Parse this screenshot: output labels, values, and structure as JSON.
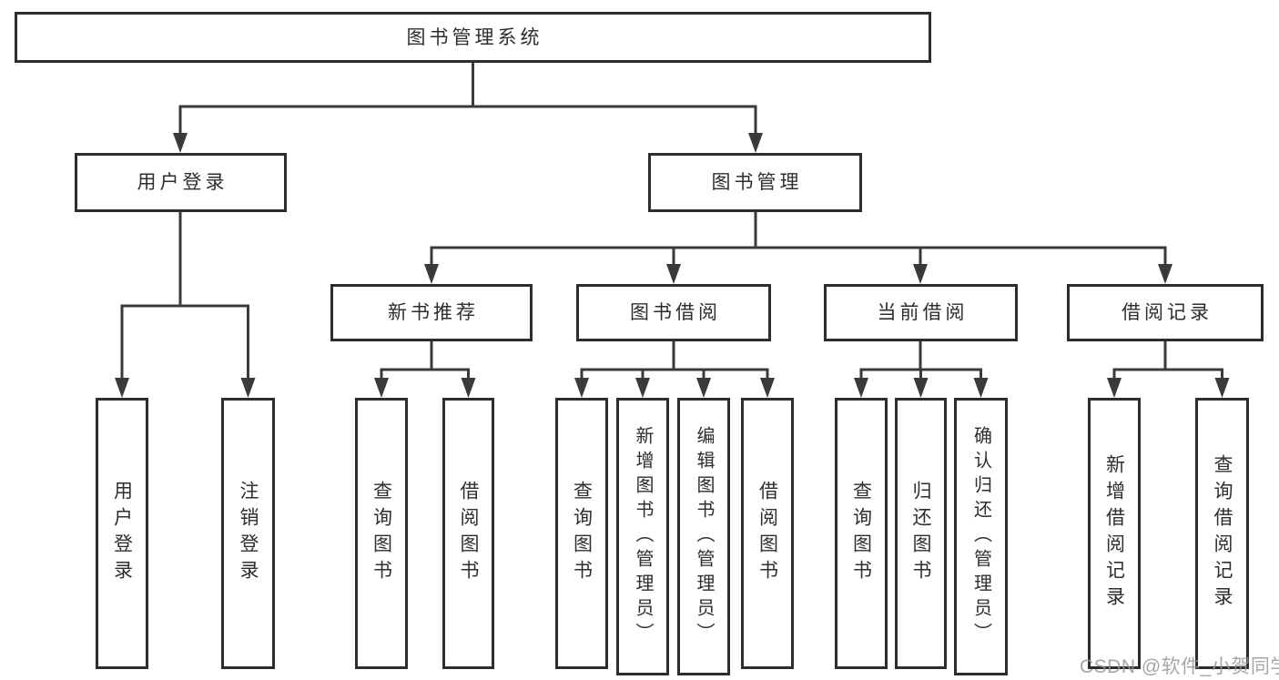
{
  "diagram": {
    "title": "图书管理系统",
    "watermark": "CSDN @软件_小贺同学",
    "colors": {
      "background": "#ffffff",
      "line": "#3a3a3a",
      "box_border": "#2d2d2d",
      "text": "#2e2e2e",
      "watermark": "#969696"
    }
  },
  "nodes": {
    "root": {
      "label": "图书管理系统"
    },
    "user_login": {
      "label": "用户登录"
    },
    "book_mgmt": {
      "label": "图书管理"
    },
    "new_book_rec": {
      "label": "新书推荐"
    },
    "book_borrow": {
      "label": "图书借阅"
    },
    "current_borrow": {
      "label": "当前借阅"
    },
    "borrow_records": {
      "label": "借阅记录"
    },
    "leaf_user_login": {
      "label": "用户登录"
    },
    "leaf_logout": {
      "label": "注销登录"
    },
    "leaf_query_book_1": {
      "label": "查询图书"
    },
    "leaf_borrow_book_1": {
      "label": "借阅图书"
    },
    "leaf_query_book_2": {
      "label": "查询图书"
    },
    "leaf_add_book": {
      "label": "新增图书（管理员）"
    },
    "leaf_edit_book": {
      "label": "编辑图书（管理员）"
    },
    "leaf_borrow_book_2": {
      "label": "借阅图书"
    },
    "leaf_query_book_3": {
      "label": "查询图书"
    },
    "leaf_return_book": {
      "label": "归还图书"
    },
    "leaf_confirm_return": {
      "label": "确认归还（管理员）"
    },
    "leaf_add_borrow_record": {
      "label": "新增借阅记录"
    },
    "leaf_query_borrow_record": {
      "label": "查询借阅记录"
    }
  },
  "tree": [
    {
      "parent": "图书管理系统",
      "children": [
        "用户登录",
        "图书管理"
      ]
    },
    {
      "parent": "用户登录",
      "children": [
        "用户登录",
        "注销登录"
      ]
    },
    {
      "parent": "图书管理",
      "children": [
        "新书推荐",
        "图书借阅",
        "当前借阅",
        "借阅记录"
      ]
    },
    {
      "parent": "新书推荐",
      "children": [
        "查询图书",
        "借阅图书"
      ]
    },
    {
      "parent": "图书借阅",
      "children": [
        "查询图书",
        "新增图书（管理员）",
        "编辑图书（管理员）",
        "借阅图书"
      ]
    },
    {
      "parent": "当前借阅",
      "children": [
        "查询图书",
        "归还图书",
        "确认归还（管理员）"
      ]
    },
    {
      "parent": "借阅记录",
      "children": [
        "新增借阅记录",
        "查询借阅记录"
      ]
    }
  ]
}
